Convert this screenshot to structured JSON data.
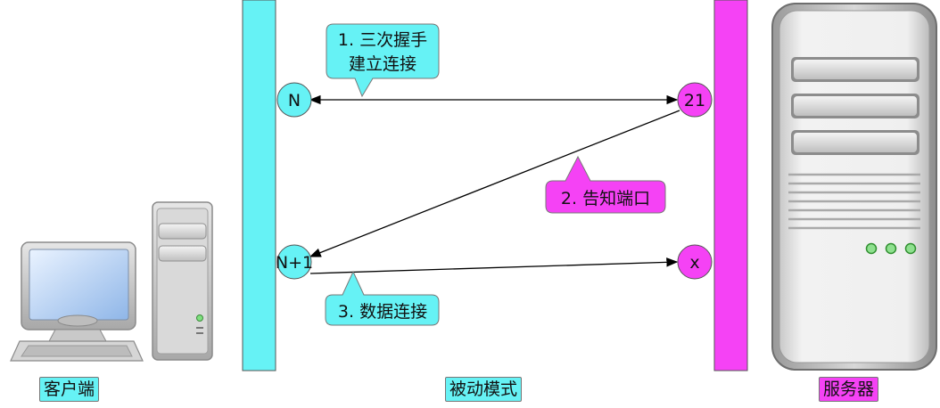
{
  "diagram": {
    "colors": {
      "client": "#66f2f5",
      "server": "#f542f5",
      "arrow": "#000000",
      "outline": "#555555"
    },
    "nodes": {
      "client_port_n": "N",
      "client_port_n1": "N+1",
      "server_port_21": "21",
      "server_port_x": "x"
    },
    "callouts": {
      "step1_line1": "1. 三次握手",
      "step1_line2": "建立连接",
      "step2": "2. 告知端口",
      "step3": "3. 数据连接"
    },
    "labels": {
      "client": "客户端",
      "mode": "被动模式",
      "server": "服务器"
    },
    "icons": {
      "client_computer": "desktop-computer-icon",
      "server_tower": "server-tower-icon"
    }
  }
}
